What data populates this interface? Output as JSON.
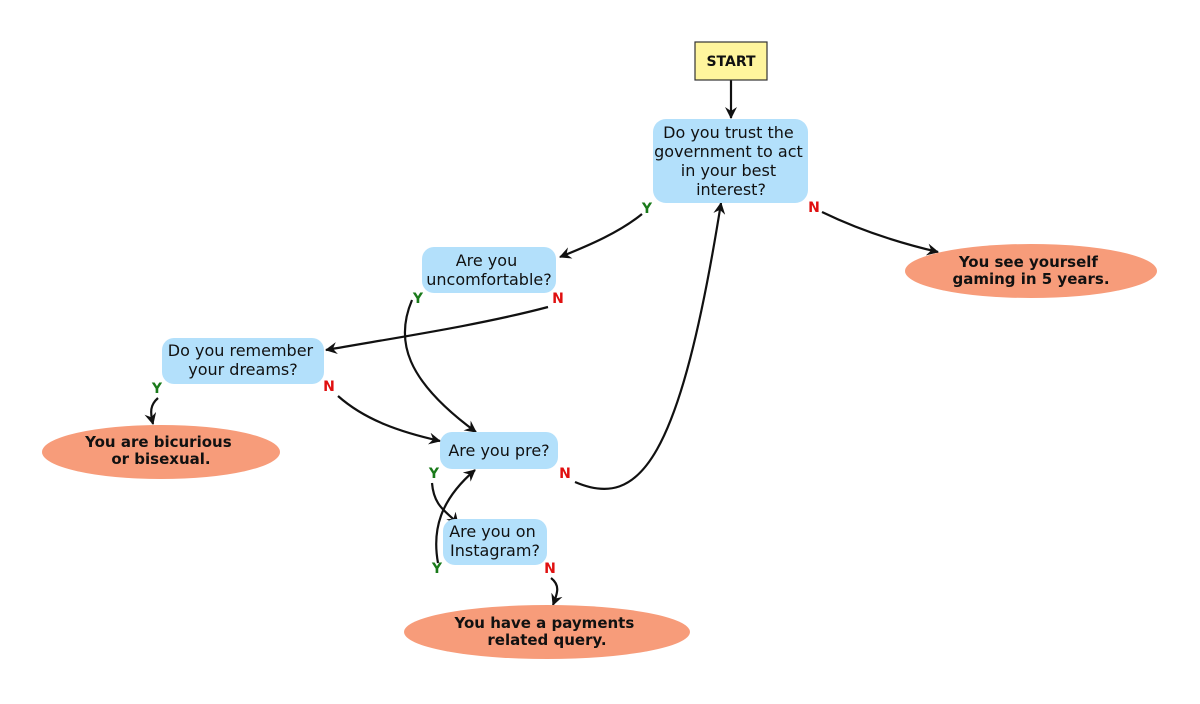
{
  "colors": {
    "start_fill": "#fff59d",
    "question_fill": "#b3e0fb",
    "end_fill": "#f79c7a",
    "yes_label": "#1a7a1a",
    "no_label": "#e01010"
  },
  "start": {
    "label": "START"
  },
  "questions": {
    "trust_government": [
      "Do you trust the",
      "government to act",
      "in your best",
      "interest?"
    ],
    "uncomfortable": [
      "Are you",
      "uncomfortable?"
    ],
    "remember_dreams": [
      "Do you  remember",
      "your dreams?"
    ],
    "pre": [
      "Are you pre?"
    ],
    "instagram": [
      "Are you on",
      "Instagram?"
    ]
  },
  "outcomes": {
    "gaming": [
      "You see yourself",
      "gaming in 5 years."
    ],
    "bicurious": [
      "You are bicurious",
      "or bisexual."
    ],
    "payments": [
      "You have a payments",
      "related query."
    ]
  },
  "edge_labels": {
    "trust_yes": "Y",
    "trust_no": "N",
    "uncomfortable_yes": "Y",
    "uncomfortable_no": "N",
    "dreams_yes": "Y",
    "dreams_no": "N",
    "pre_yes": "Y",
    "pre_no": "N",
    "instagram_yes": "Y",
    "instagram_no": "N"
  }
}
